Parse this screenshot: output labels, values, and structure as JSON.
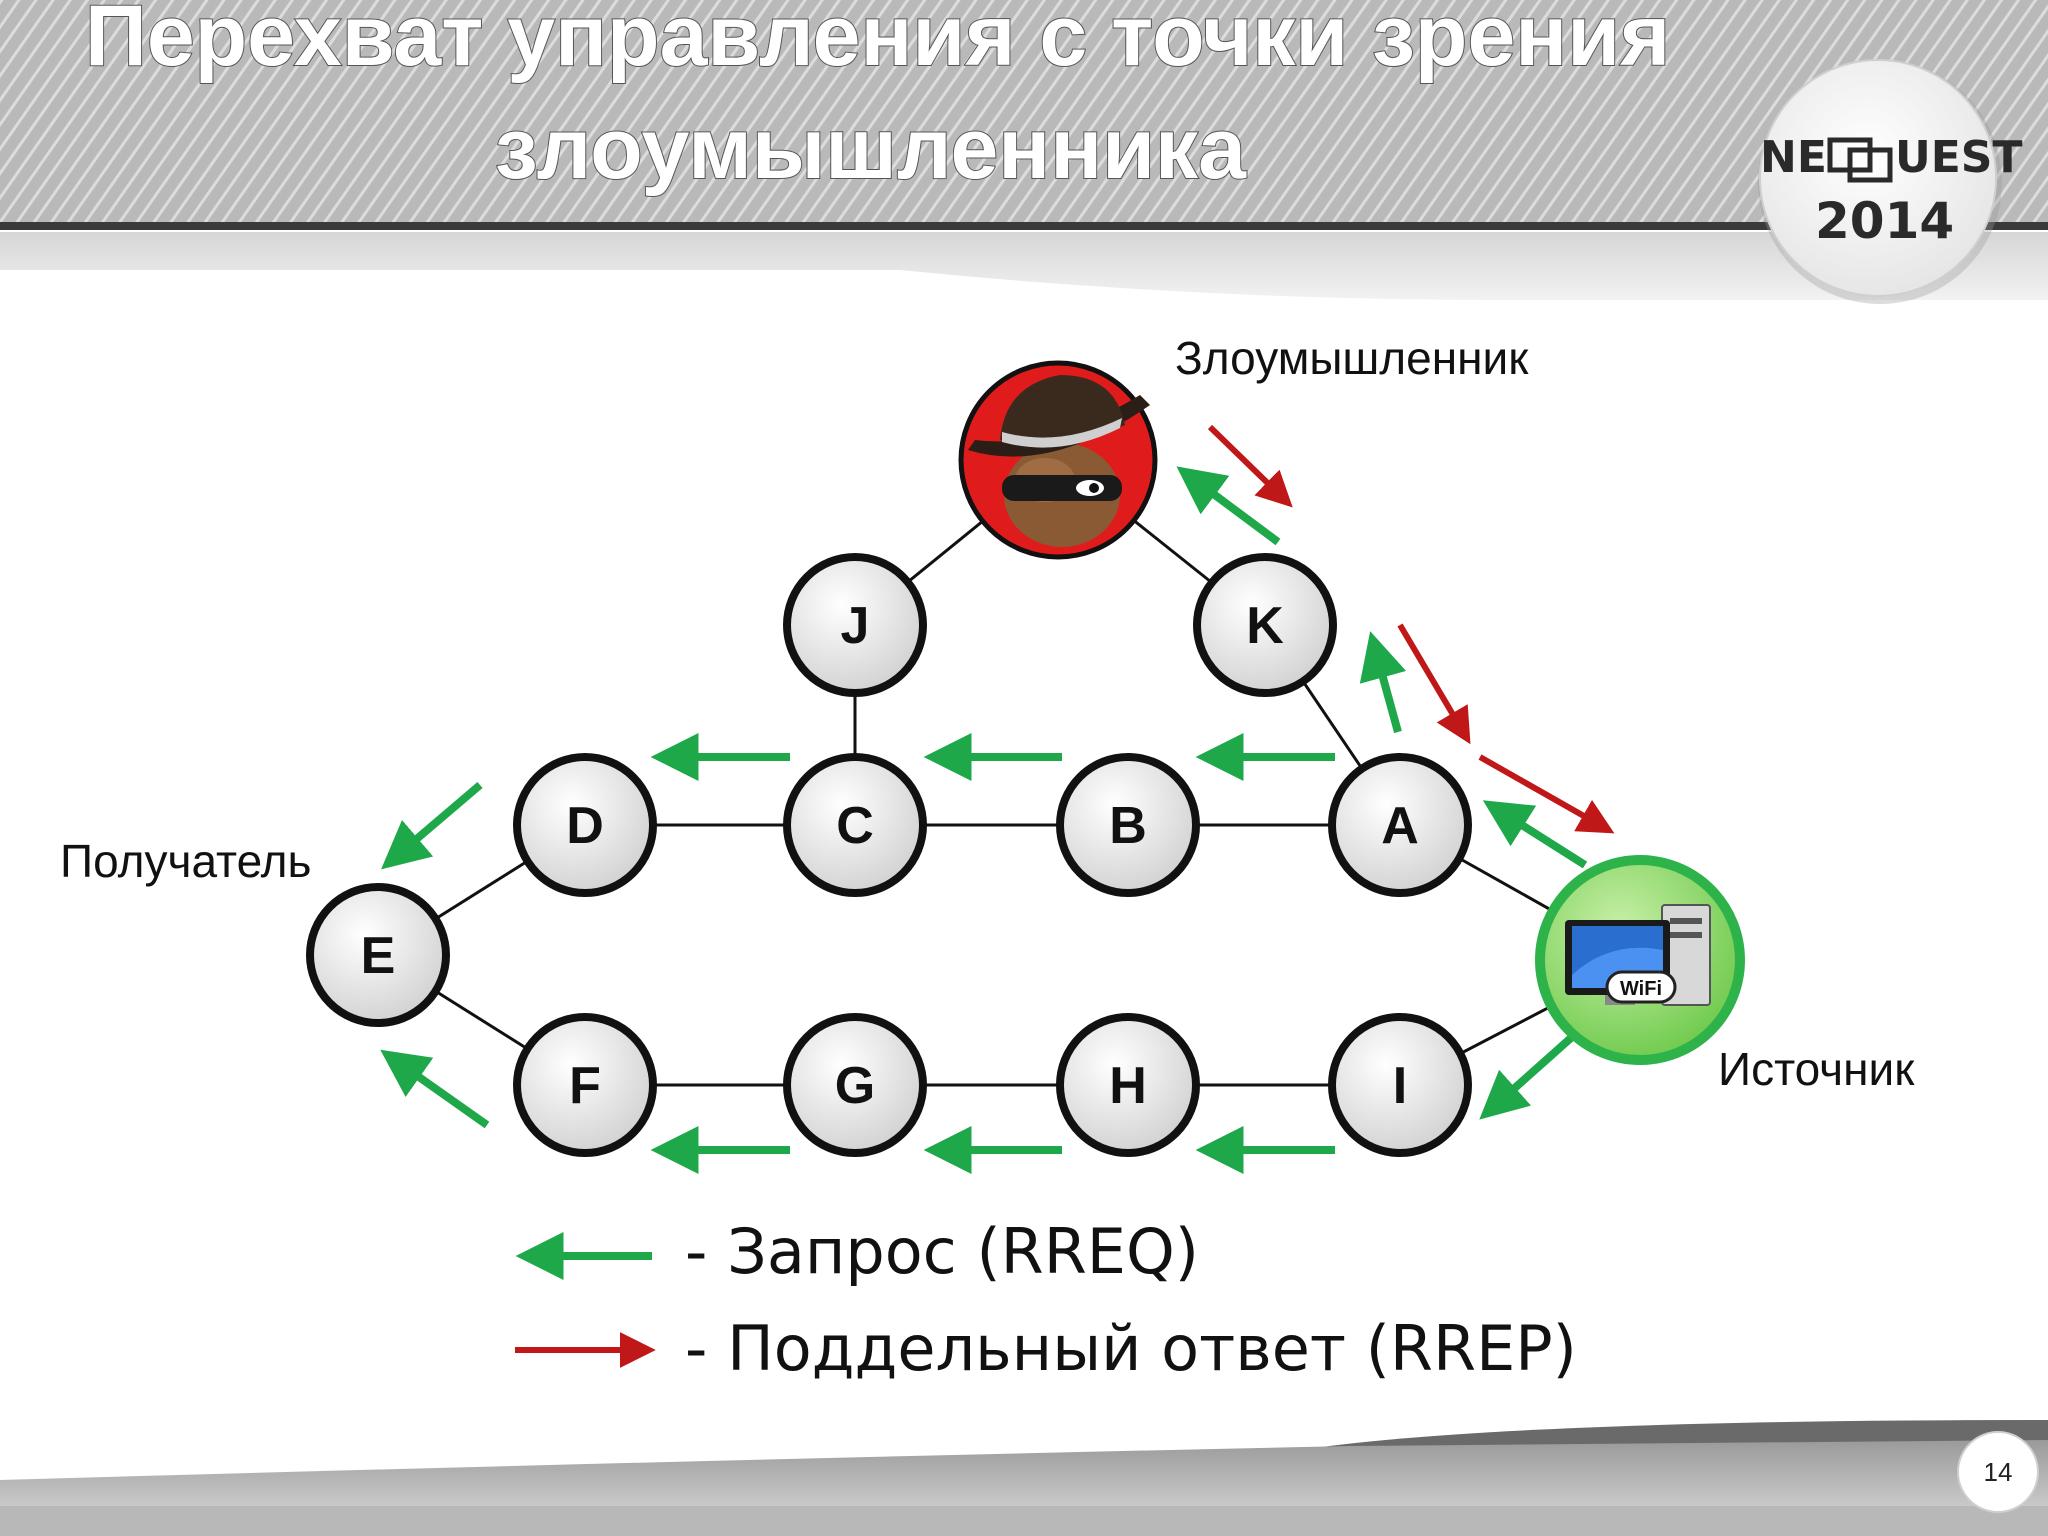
{
  "slide": {
    "title_line1": "Перехват управления с точки зрения",
    "title_line2": "злоумышленника",
    "page_number": "14"
  },
  "logo": {
    "text_left": "NE",
    "text_right": "UEST",
    "year": "2014"
  },
  "labels": {
    "attacker": "Злоумышленник",
    "receiver": "Получатель",
    "source": "Источник"
  },
  "nodes": {
    "A": "A",
    "B": "B",
    "C": "C",
    "D": "D",
    "E": "E",
    "F": "F",
    "G": "G",
    "H": "H",
    "I": "I",
    "J": "J",
    "K": "K"
  },
  "wifi_badge": "WiFi",
  "legend": {
    "rreq": "- Запрос (RREQ)",
    "rrep": "- Поддельный ответ (RREP)"
  },
  "colors": {
    "rreq_arrow": "#1fa84a",
    "rrep_arrow": "#c01818",
    "attacker_ring": "#e01b1b",
    "source_ring": "#2db34a"
  }
}
